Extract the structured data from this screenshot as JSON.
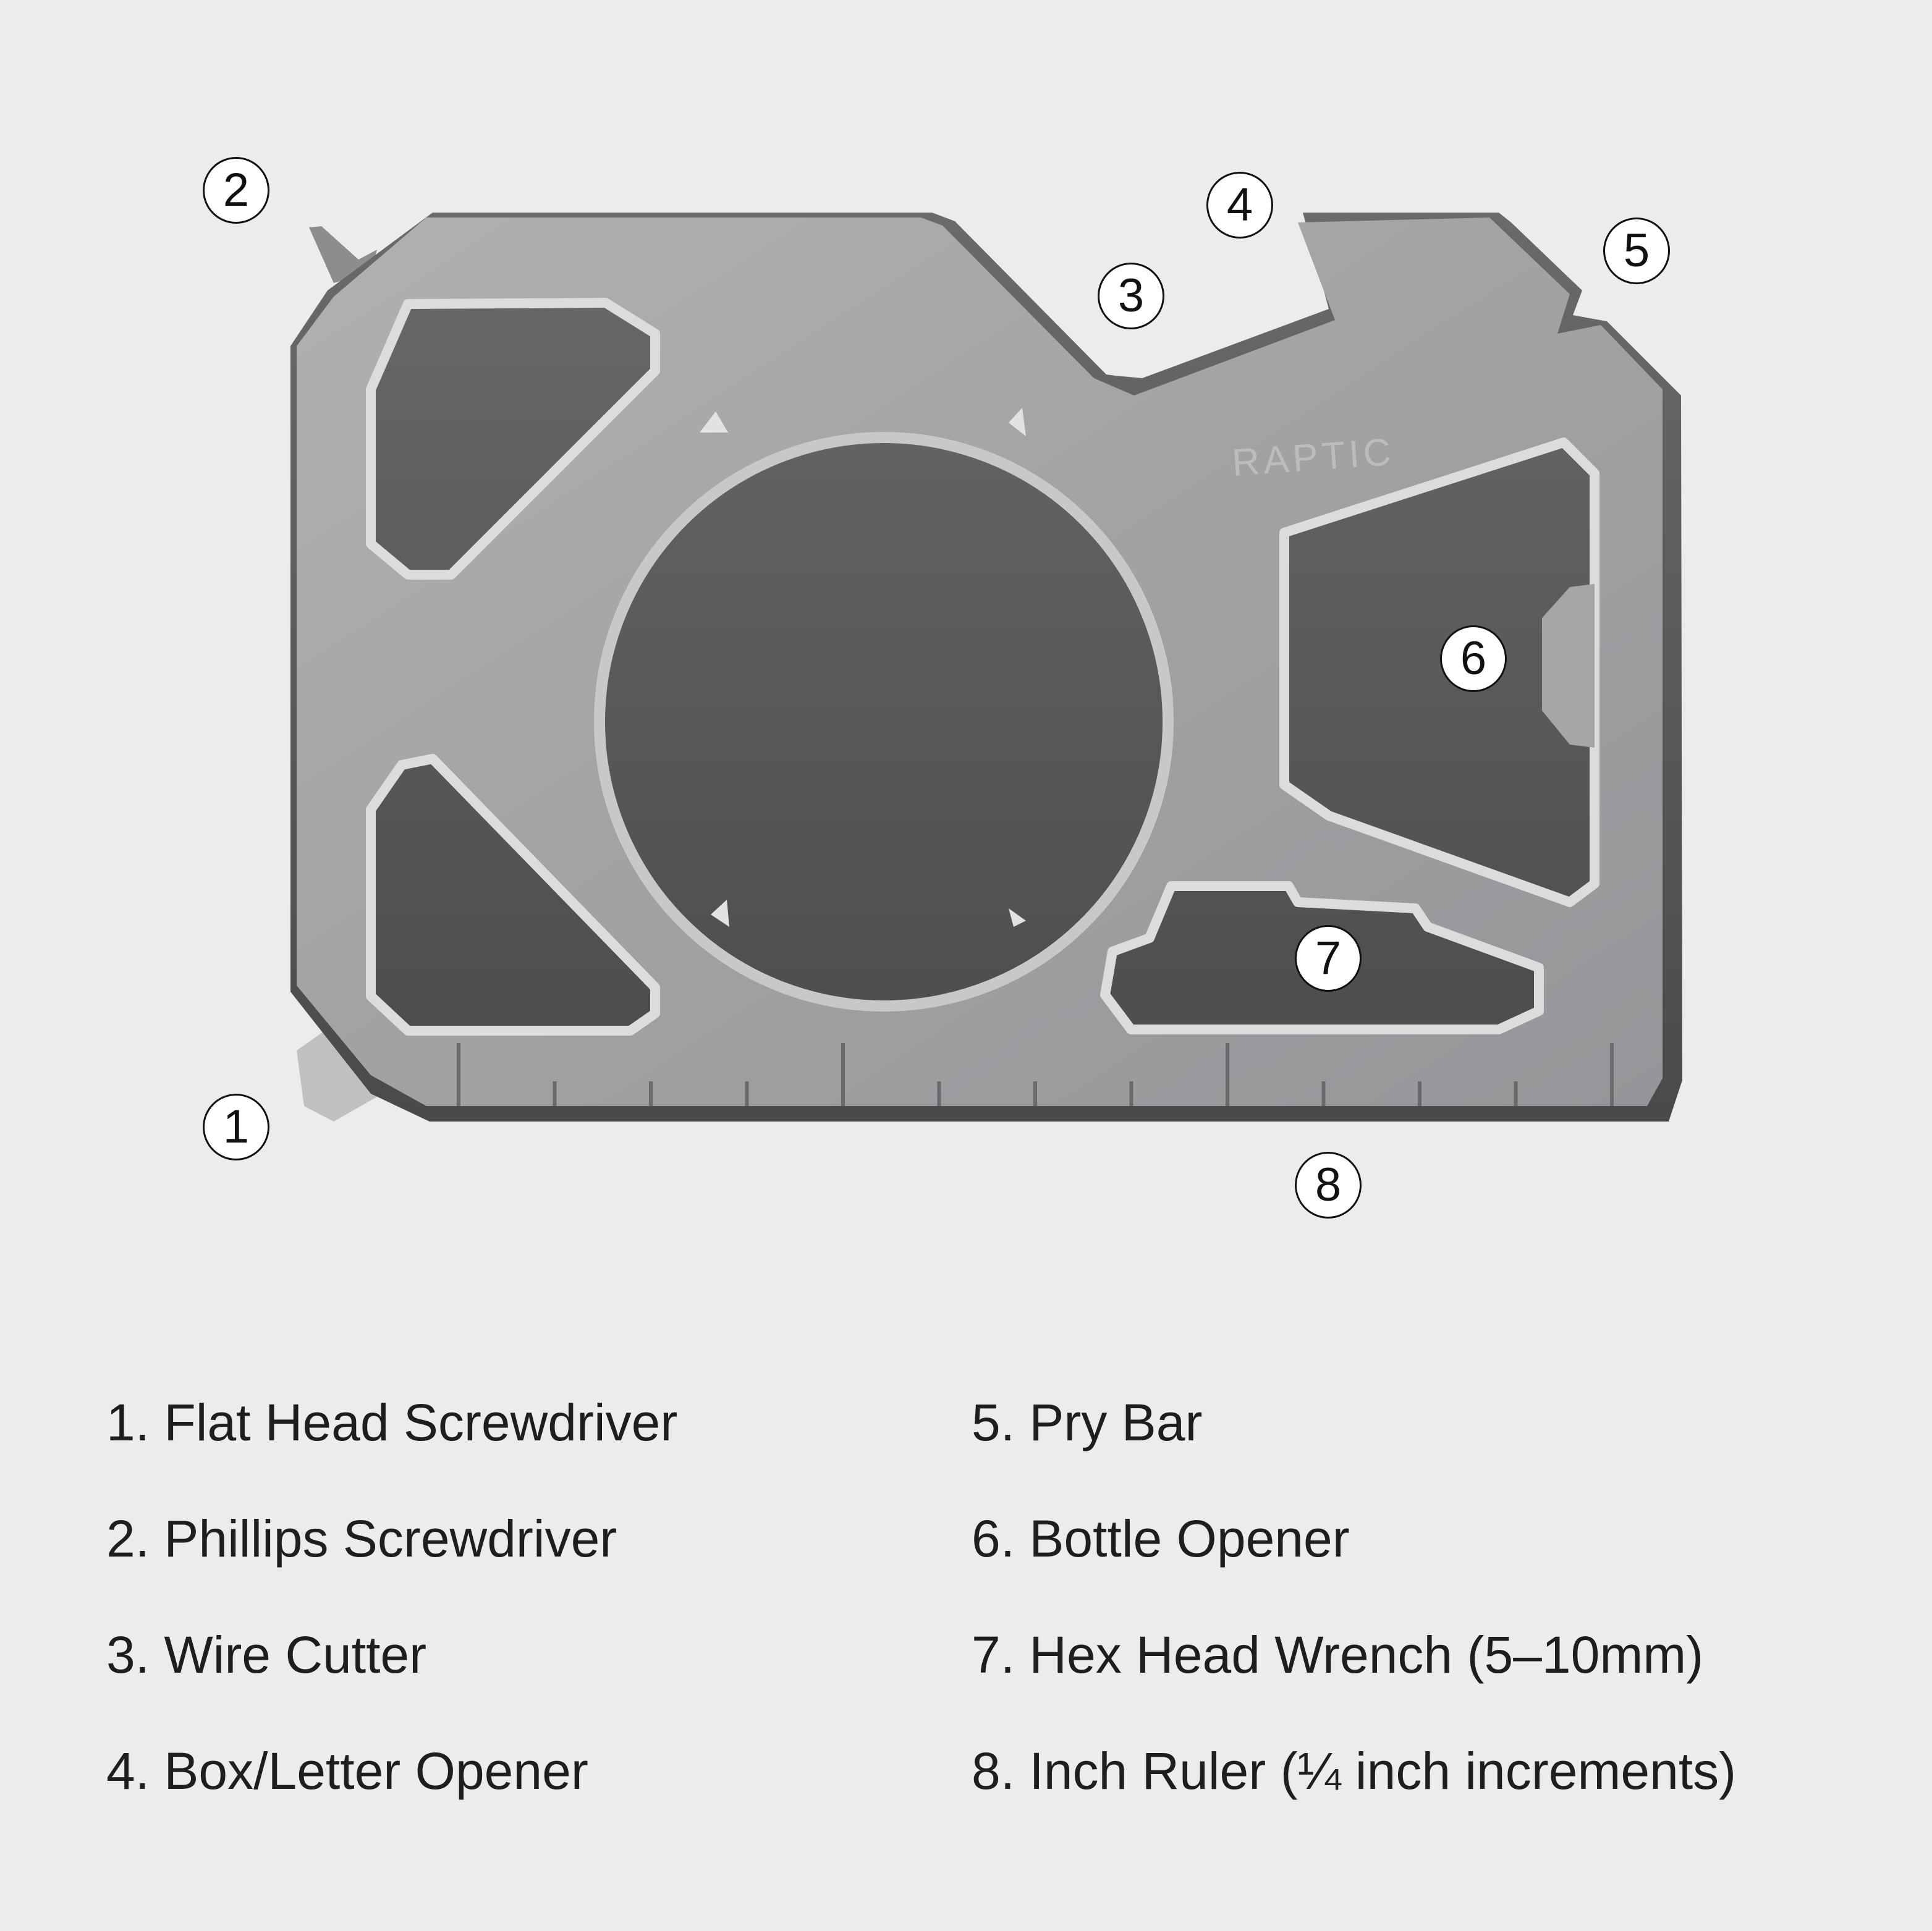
{
  "brand": {
    "logo_text": "RAPTIC"
  },
  "callouts": [
    "1",
    "2",
    "3",
    "4",
    "5",
    "6",
    "7",
    "8"
  ],
  "legend": {
    "left": [
      "1. Flat Head Screwdriver",
      "2. Phillips Screwdriver",
      "3. Wire Cutter",
      "4. Box/Letter Opener"
    ],
    "right": [
      "5. Pry Bar",
      "6. Bottle Opener",
      "7. Hex Head Wrench (5–10mm)",
      "8. Inch Ruler (¼ inch increments)"
    ]
  },
  "colors": {
    "background": "#ececec",
    "metal": "#a4a4a6",
    "metal_edge": "#5b5b5d",
    "highlight": "#dcdcdc",
    "text": "#1e1e1e"
  }
}
